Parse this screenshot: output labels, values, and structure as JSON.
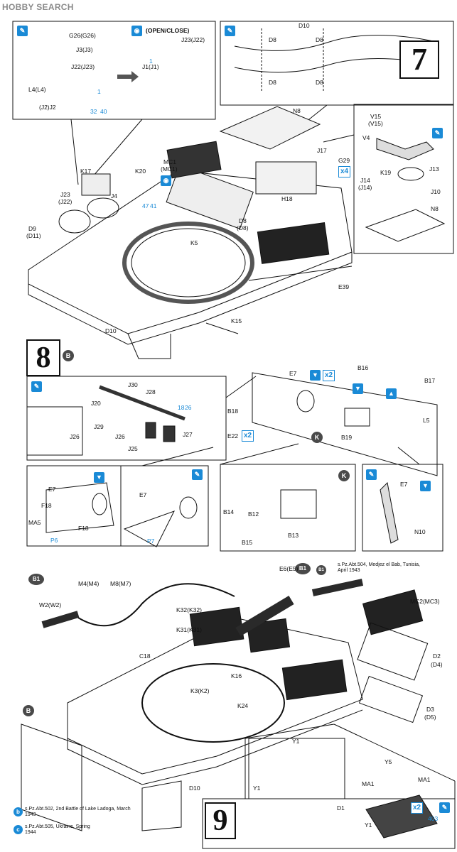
{
  "watermark": {
    "brand": "HOBBY SEARCH"
  },
  "steps": {
    "s7": "7",
    "s8": "8",
    "s9": "9"
  },
  "markers": {
    "B": "B",
    "K": "K",
    "B1": "B1",
    "b": "b",
    "c": "c"
  },
  "multipliers": {
    "x2": "x2",
    "x4": "x4"
  },
  "labels": {
    "open_close": "(OPEN/CLOSE)",
    "g26": "G26(G26)",
    "j3": "J3(J3)",
    "j22": "J22(J23)",
    "l4": "L4(L4)",
    "j2": "(J2)J2",
    "j23": "J23(J22)",
    "j1": "J1(J1)",
    "d10_top": "D10",
    "d8a": "D8",
    "d8b": "D8",
    "d8c": "D8",
    "d8d": "D8",
    "v15": "V15",
    "v15b": "(V15)",
    "v4": "V4",
    "j13": "J13",
    "k19": "K19",
    "j14": "J14",
    "j14b": "(J14)",
    "j10": "J10",
    "n8_r": "N8",
    "n8": "N8",
    "j17": "J17",
    "g29": "G29",
    "h18": "H18",
    "k17": "K17",
    "k20": "K20",
    "mc1": "MC1",
    "mc1b": "(MC1)",
    "j23b": "J23",
    "j22b": "(J22)",
    "j4": "J4",
    "d9": "D9",
    "d11": "(D11)",
    "d8e": "D8",
    "d8f": "(D8)",
    "k5": "K5",
    "e39": "E39",
    "k15": "K15",
    "d10b": "D10",
    "j30": "J30",
    "j28": "J28",
    "j20": "J20",
    "j29": "J29",
    "j26a": "J26",
    "j26b": "J26",
    "j25": "J25",
    "j27": "J27",
    "e7a": "E7",
    "b16": "B16",
    "b17": "B17",
    "l5": "L5",
    "b18": "B18",
    "e22": "E22",
    "b19": "B19",
    "e7b": "E7",
    "f18a": "F18",
    "f18b": "F18",
    "ma5": "MA5",
    "p6": "P6",
    "e7c": "E7",
    "p7": "P7",
    "b14": "B14",
    "b12": "B12",
    "b13": "B13",
    "b15": "B15",
    "e7d": "E7",
    "n10": "N10",
    "e6": "E6(E5)",
    "w2": "W2(W2)",
    "m4": "M4(M4)",
    "m8": "M8(M7)",
    "mc2": "MC2(MC3)",
    "k32": "K32(K32)",
    "k31": "K31(K31)",
    "c18": "C18",
    "k16": "K16",
    "k3": "K3(K2)",
    "k24": "K24",
    "d2": "D2",
    "d4": "(D4)",
    "d3": "D3",
    "d5": "(D5)",
    "d10c": "D10",
    "y1a": "Y1",
    "y1b": "Y1",
    "d1": "D1",
    "y5": "Y5",
    "ma1a": "MA1",
    "ma1b": "MA1",
    "y1c": "Y1",
    "ref_a": "1",
    "ref_b": "32",
    "ref_c": "47",
    "ref_d": "18",
    "ref_e": "40",
    "ref_f": "41",
    "ref_g": "26",
    "ref_h": "403"
  },
  "legend": {
    "top": "s.Pz.Abt.504, Medjez el Bab, Tunisia, April 1943",
    "b": "s.Pz.Abt.502, 2nd Battle of Lake Ladoga, March 1943",
    "c": "s.Pz.Abt.505, Ukraine, Spring 1944"
  },
  "colors": {
    "accent": "#1a8ad6",
    "ink": "#111111",
    "marker": "#4a4a4a"
  }
}
